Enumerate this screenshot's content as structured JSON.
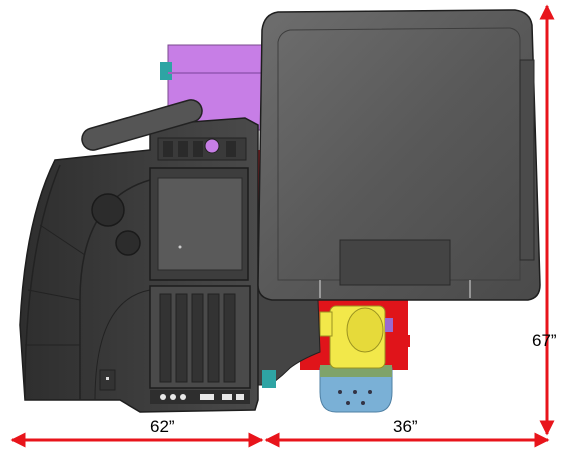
{
  "dimensions": {
    "width_label": "62”",
    "depth_label": "36”",
    "height_label": "67”"
  },
  "colors": {
    "arrow": "#e8141b",
    "body_dark": "#3c3c3c",
    "panel": "#555555",
    "lid": "#5a5a5a",
    "purple_part": "#c77ee6",
    "red_part": "#e0141a",
    "yellow_part": "#f2e84a",
    "blue_part": "#7ab0d6",
    "green_part": "#7fa36a"
  }
}
